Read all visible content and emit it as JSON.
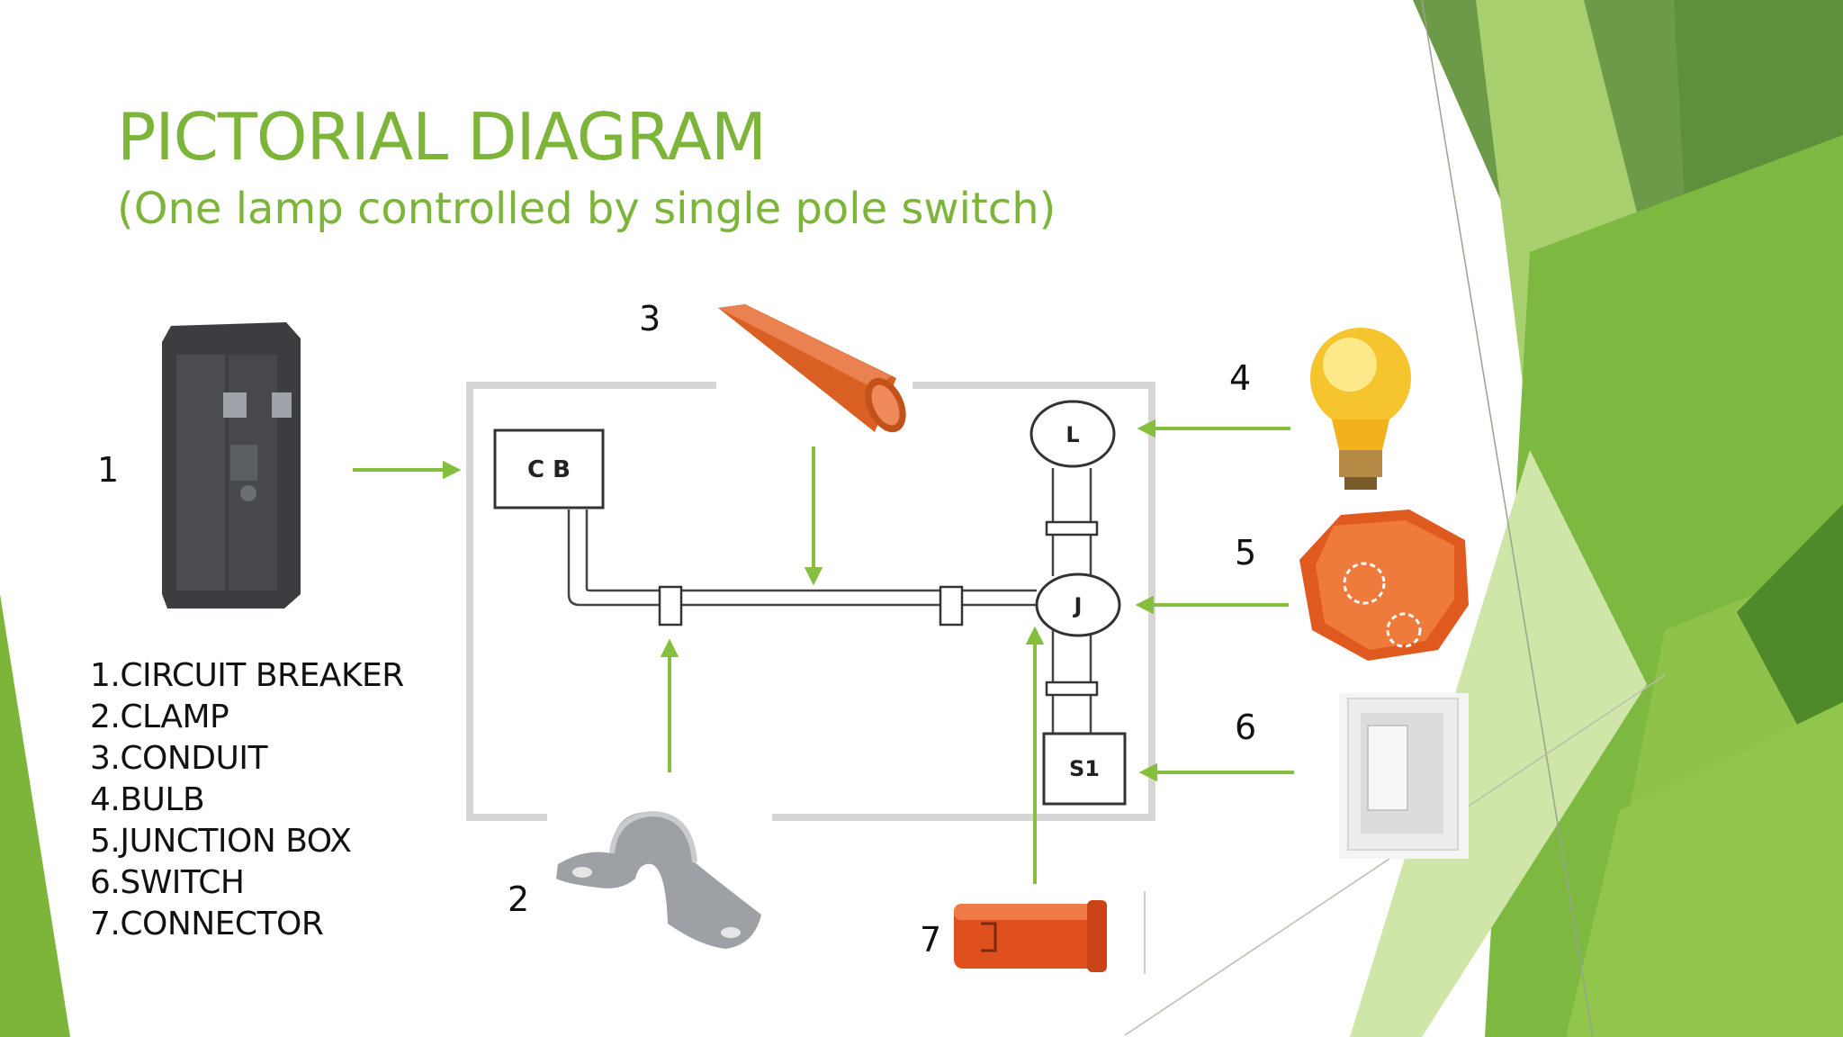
{
  "slide": {
    "title": "PICTORIAL DIAGRAM",
    "subtitle": "(One lamp controlled by single pole switch)"
  },
  "callout_numbers": [
    "1",
    "2",
    "3",
    "4",
    "5",
    "6",
    "7"
  ],
  "legend": [
    "1.CIRCUIT BREAKER",
    "2.CLAMP",
    "3.CONDUIT",
    "4.BULB",
    "5.JUNCTION BOX",
    "6.SWITCH",
    "7.CONNECTOR"
  ],
  "diagram_labels": {
    "circuit_breaker": "C B",
    "lamp": "L",
    "junction": "J",
    "switch": "S1"
  },
  "colors": {
    "accent_green": "#7cb53a",
    "arrow_green": "#86bf3e",
    "conduit_orange": "#e0682a"
  }
}
